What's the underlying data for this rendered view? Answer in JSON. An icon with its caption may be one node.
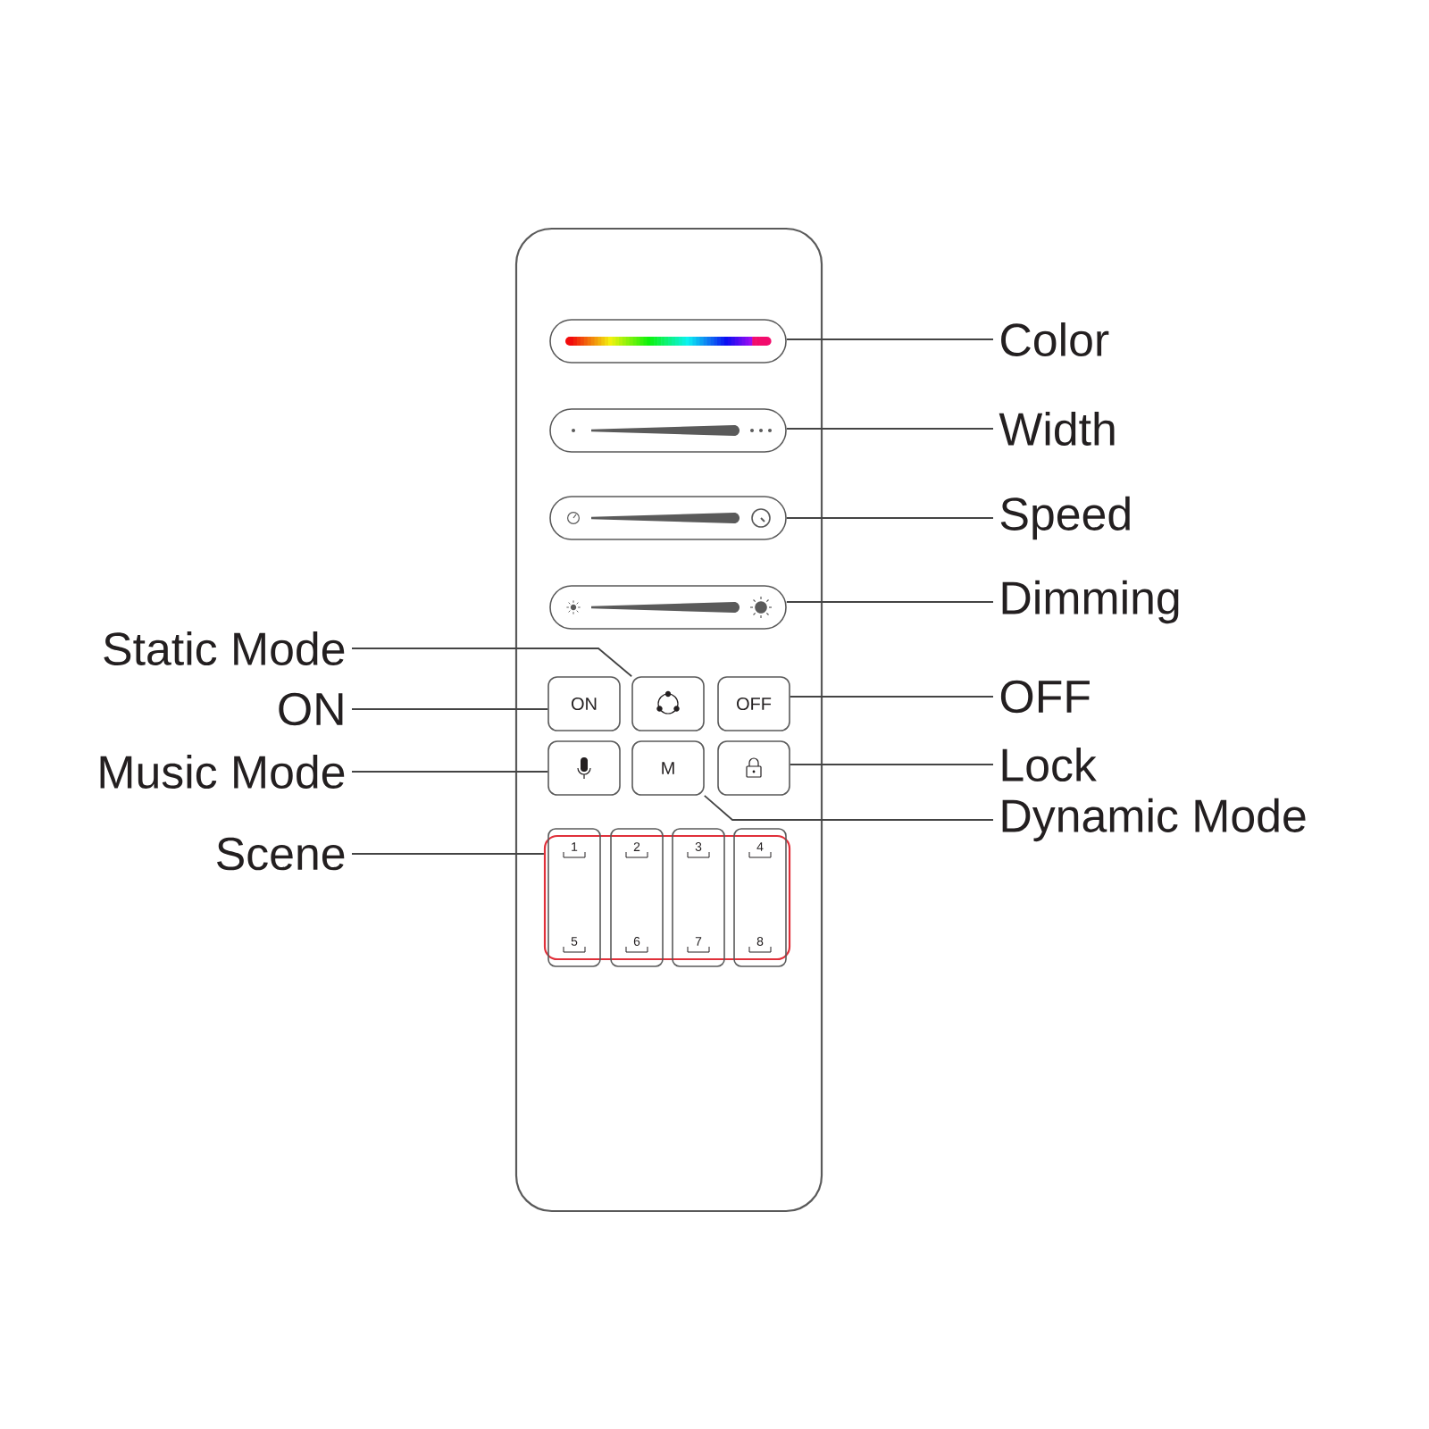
{
  "diagram": {
    "nodes": [
      {
        "text": [],
        "shape": "box"
      },
      {
        "text": [],
        "shape": "bar",
        "in": 0
      },
      {
        "text": [],
        "shape": "bar",
        "in": 0
      },
      {
        "text": [],
        "shape": "bar",
        "in": 0
      },
      {
        "text": [],
        "shape": "bar",
        "in": 0
      },
      {
        "text": [
          "ON"
        ],
        "in": 0
      },
      {
        "text": [],
        "shape": "box",
        "in": 0
      },
      {
        "text": [
          "OFF"
        ],
        "in": 0
      },
      {
        "text": [],
        "shape": "box",
        "in": 0
      },
      {
        "text": [
          "M"
        ],
        "in": 0
      },
      {
        "text": [],
        "shape": "box",
        "in": 0
      },
      {
        "text": [],
        "shape": "box",
        "in": 0
      },
      {
        "text": [
          "1",
          "5"
        ],
        "in": 0
      },
      {
        "text": [
          "2",
          "6"
        ],
        "in": 0
      },
      {
        "text": [
          "3",
          "7"
        ],
        "in": 0
      },
      {
        "text": [
          "4",
          "8"
        ],
        "in": 0
      },
      {
        "text": [
          "Color"
        ]
      },
      {
        "text": [
          "Width"
        ]
      },
      {
        "text": [
          "Speed"
        ]
      },
      {
        "text": [
          "Dimming"
        ]
      },
      {
        "text": [
          "Static Mode"
        ]
      },
      {
        "text": [
          "ON"
        ]
      },
      {
        "text": [
          "Music Mode"
        ]
      },
      {
        "text": [
          "OFF"
        ]
      },
      {
        "text": [
          "Lock"
        ]
      },
      {
        "text": [
          "Dynamic Mode"
        ]
      },
      {
        "text": [
          "Scene"
        ]
      }
    ],
    "edges": [
      {
        "from": 16,
        "to": 1,
        "arrow": "none"
      },
      {
        "from": 17,
        "to": 2,
        "arrow": "none"
      },
      {
        "from": 18,
        "to": 3,
        "arrow": "none"
      },
      {
        "from": 19,
        "to": 4,
        "arrow": "none"
      },
      {
        "from": 20,
        "to": 6,
        "arrow": "none"
      },
      {
        "from": 21,
        "to": 5,
        "arrow": "none"
      },
      {
        "from": 22,
        "to": 8,
        "arrow": "none"
      },
      {
        "from": 23,
        "to": 7,
        "arrow": "none"
      },
      {
        "from": 24,
        "to": 10,
        "arrow": "none"
      },
      {
        "from": 25,
        "to": 9,
        "arrow": "none"
      },
      {
        "from": 26,
        "to": 11,
        "arrow": "none"
      }
    ]
  }
}
